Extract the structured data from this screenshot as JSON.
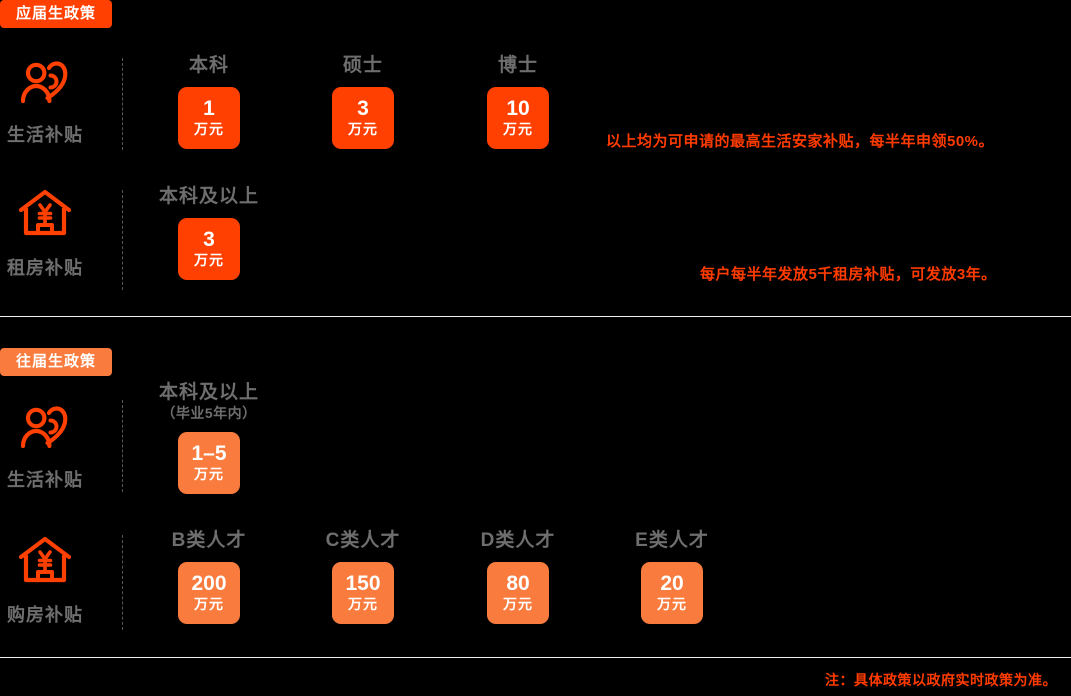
{
  "sections": [
    {
      "badge": "应届生政策",
      "badge_color": "#FF4000",
      "rows": [
        {
          "icon": "heart-person-icon",
          "label": "生活补贴",
          "cards": [
            {
              "title": "本科",
              "sub": "",
              "amount": "1",
              "unit": "万元",
              "color": "#FF4000"
            },
            {
              "title": "硕士",
              "sub": "",
              "amount": "3",
              "unit": "万元",
              "color": "#FF4000"
            },
            {
              "title": "博士",
              "sub": "",
              "amount": "10",
              "unit": "万元",
              "color": "#FF4000"
            }
          ],
          "note": "以上均为可申请的最高生活安家补贴，每半年申领50%。"
        },
        {
          "icon": "house-yuan-icon",
          "label": "租房补贴",
          "cards": [
            {
              "title": "本科及以上",
              "sub": "",
              "amount": "3",
              "unit": "万元",
              "color": "#FF4000"
            }
          ],
          "note": "每户每半年发放5千租房补贴，可发放3年。"
        }
      ]
    },
    {
      "badge": "往届生政策",
      "badge_color": "#F97B3D",
      "rows": [
        {
          "icon": "heart-person-icon",
          "label": "生活补贴",
          "cards": [
            {
              "title": "本科及以上",
              "sub": "（毕业5年内）",
              "amount": "1–5",
              "unit": "万元",
              "color": "#F97B3D"
            }
          ],
          "note": ""
        },
        {
          "icon": "house-yuan-icon",
          "label": "购房补贴",
          "cards": [
            {
              "title": "B类人才",
              "sub": "",
              "amount": "200",
              "unit": "万元",
              "color": "#F97B3D"
            },
            {
              "title": "C类人才",
              "sub": "",
              "amount": "150",
              "unit": "万元",
              "color": "#F97B3D"
            },
            {
              "title": "D类人才",
              "sub": "",
              "amount": "80",
              "unit": "万元",
              "color": "#F97B3D"
            },
            {
              "title": "E类人才",
              "sub": "",
              "amount": "20",
              "unit": "万元",
              "color": "#F97B3D"
            }
          ],
          "note": ""
        }
      ]
    }
  ],
  "footnote": "注：具体政策以政府实时政策为准。",
  "colors": {
    "background": "#000000",
    "primary_orange": "#FF4000",
    "secondary_orange": "#F97B3D",
    "note_red": "#FF3B00",
    "muted_gray": "#6e6e6e",
    "rule_white": "#f2f2f2",
    "dash_gray": "#565656"
  }
}
